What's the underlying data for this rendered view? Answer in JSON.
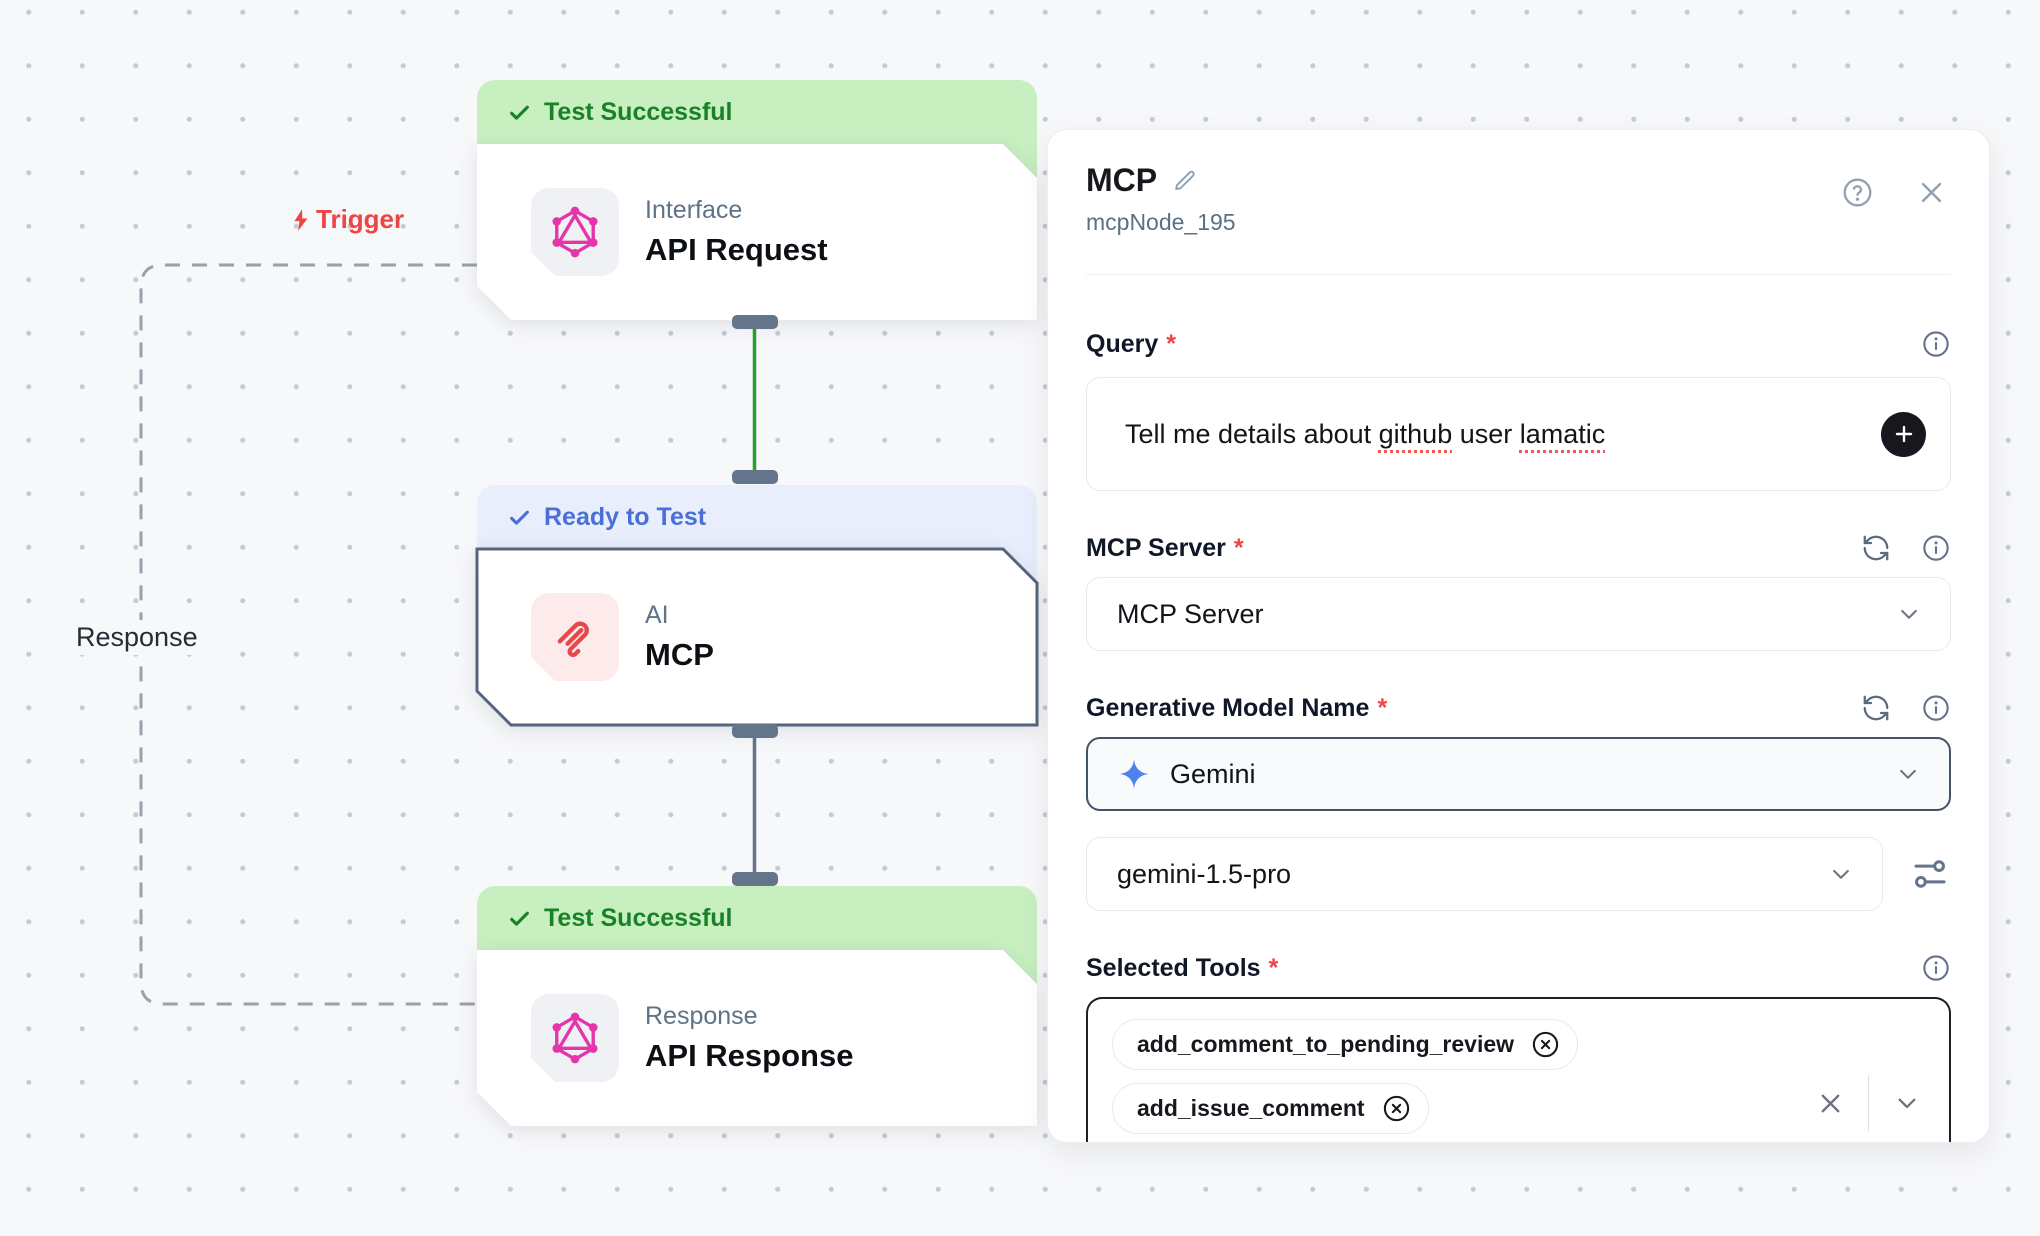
{
  "canvas": {
    "trigger_label": "Trigger",
    "response_label": "Response",
    "nodes": [
      {
        "status": "Test Successful",
        "category": "Interface",
        "title": "API Request"
      },
      {
        "status": "Ready to Test",
        "category": "AI",
        "title": "MCP"
      },
      {
        "status": "Test Successful",
        "category": "Response",
        "title": "API Response"
      }
    ]
  },
  "panel": {
    "title": "MCP",
    "subtitle": "mcpNode_195",
    "query": {
      "label": "Query",
      "required_mark": "*",
      "text_prefix": "Tell me details about ",
      "word_github": "github",
      "text_mid": " user ",
      "word_lamatic": "lamatic"
    },
    "mcp_server": {
      "label": "MCP Server",
      "required_mark": "*",
      "value": "MCP Server"
    },
    "generative_model": {
      "label": "Generative Model Name",
      "required_mark": "*",
      "provider": "Gemini",
      "model": "gemini-1.5-pro"
    },
    "selected_tools": {
      "label": "Selected Tools",
      "required_mark": "*",
      "tags": [
        "add_comment_to_pending_review",
        "add_issue_comment"
      ]
    }
  },
  "colors": {
    "canvas_bg": "#f7f8fa",
    "success_badge_bg": "#c7efbf",
    "success_badge_text": "#1a8128",
    "ready_badge_bg": "#e8eefb",
    "ready_badge_text": "#4a6fd8",
    "trigger_red": "#ef4444",
    "selected_node_border": "#55657b",
    "handle_gray": "#64748b",
    "edge_green": "#27a227",
    "edge_gray": "#64748b",
    "graphql_pink": "#e535ab",
    "mcp_icon_red": "#e5484d",
    "gemini_blue": "#4e80ee"
  }
}
